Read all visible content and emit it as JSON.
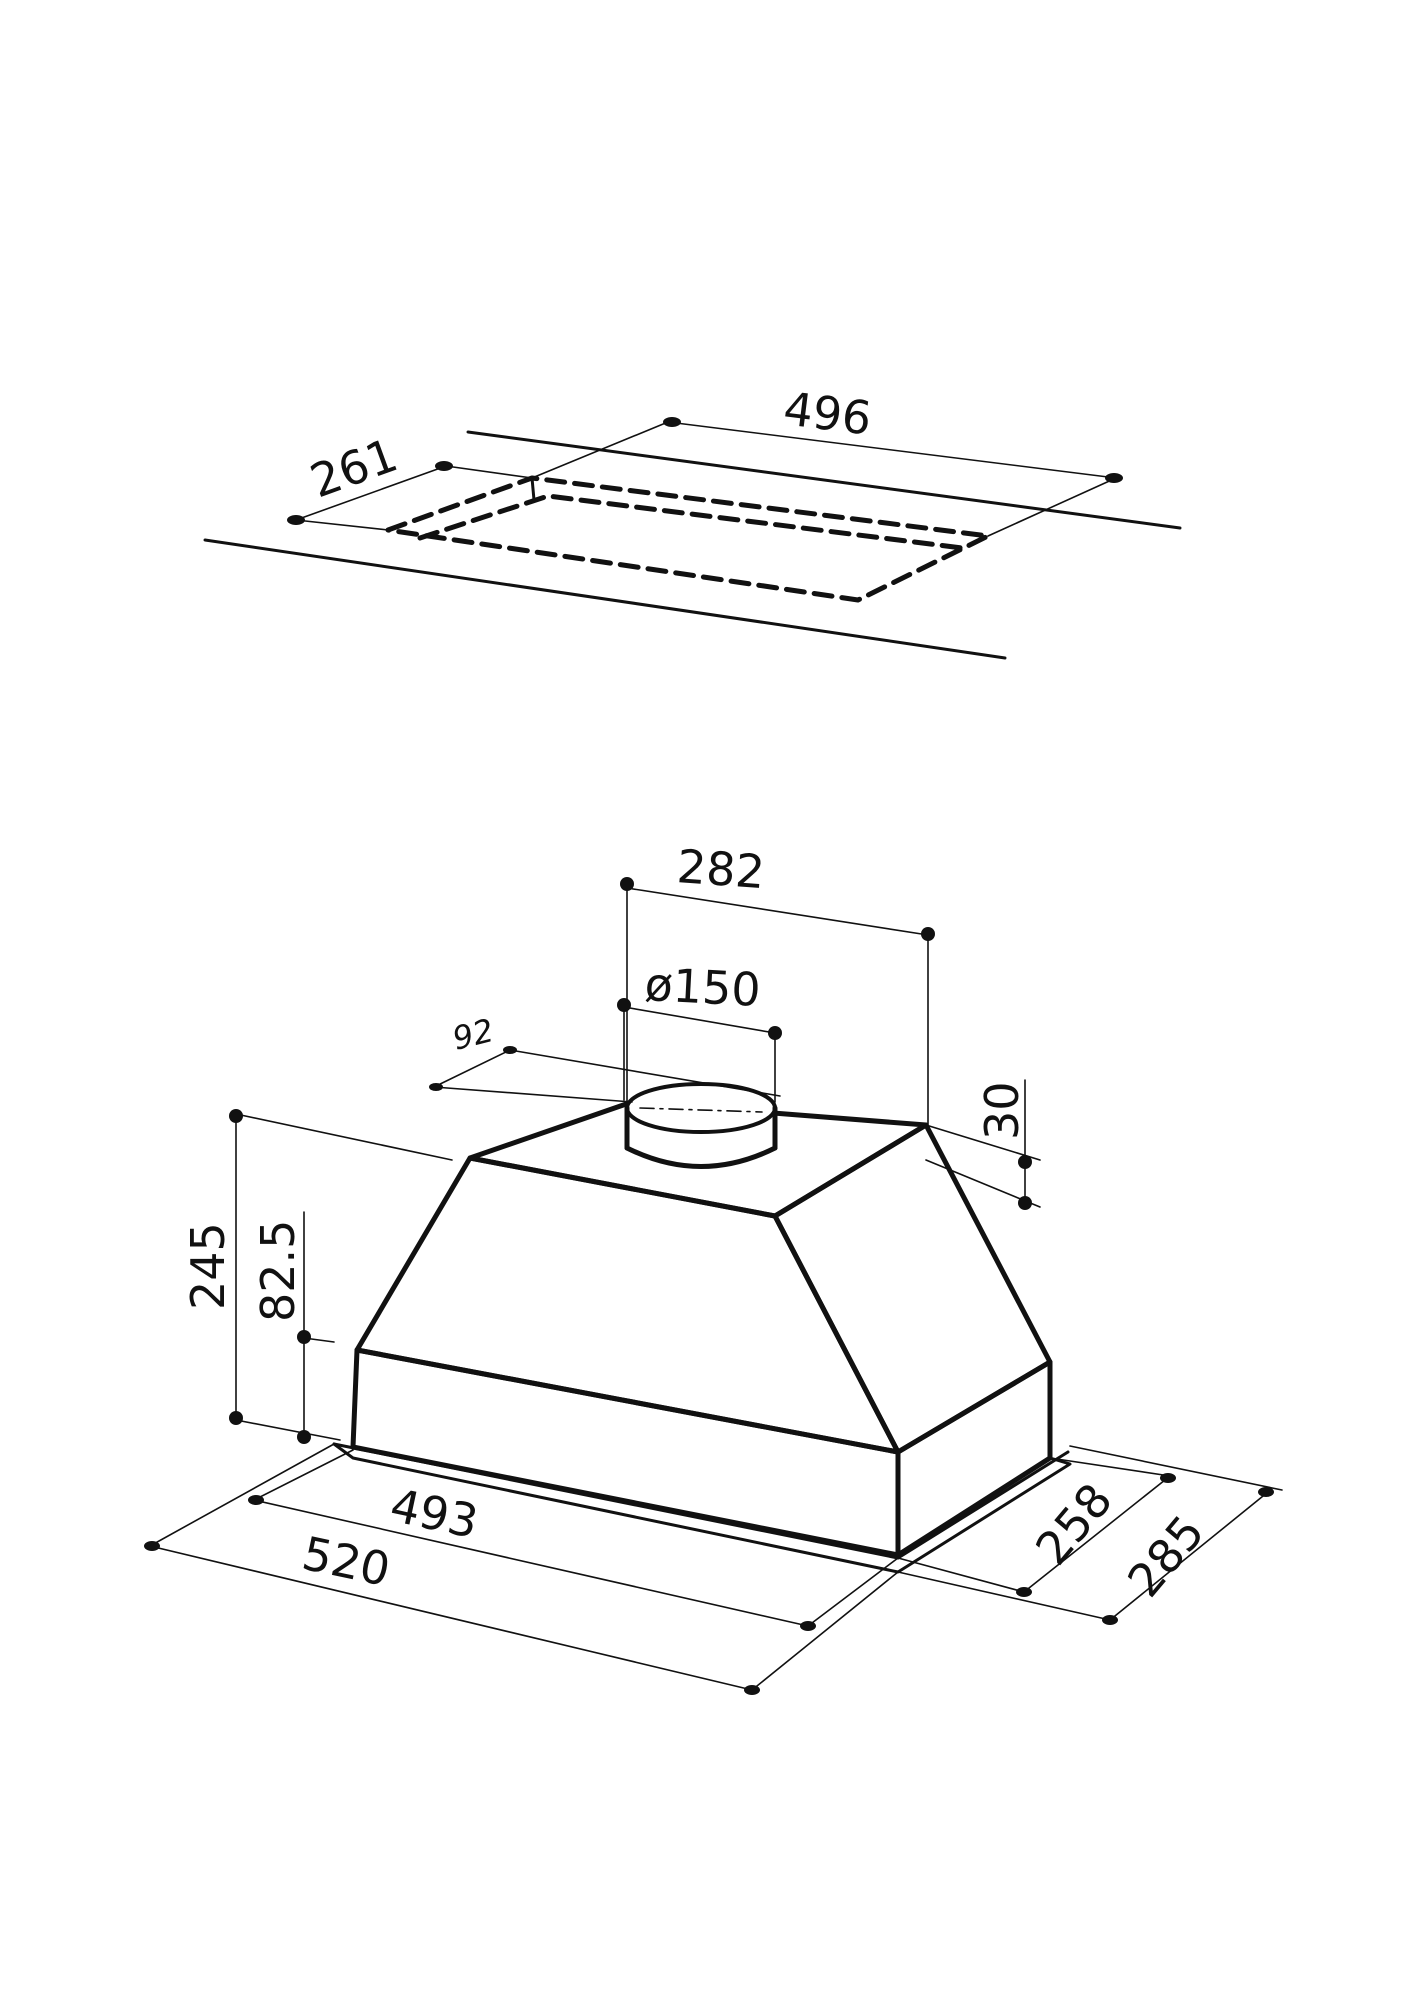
{
  "cutout": {
    "width_label": "496",
    "depth_label": "261"
  },
  "hood": {
    "outlet_offset_label": "282",
    "outlet_diameter_label": "ø150",
    "outlet_depth_offset_label": "92",
    "outlet_height_label": "30",
    "total_height_label": "245",
    "lower_height_label": "82.5",
    "body_width_label": "493",
    "flange_width_label": "520",
    "body_depth_label": "258",
    "flange_depth_label": "285"
  },
  "colors": {
    "line": "#111111",
    "background": "#ffffff"
  }
}
